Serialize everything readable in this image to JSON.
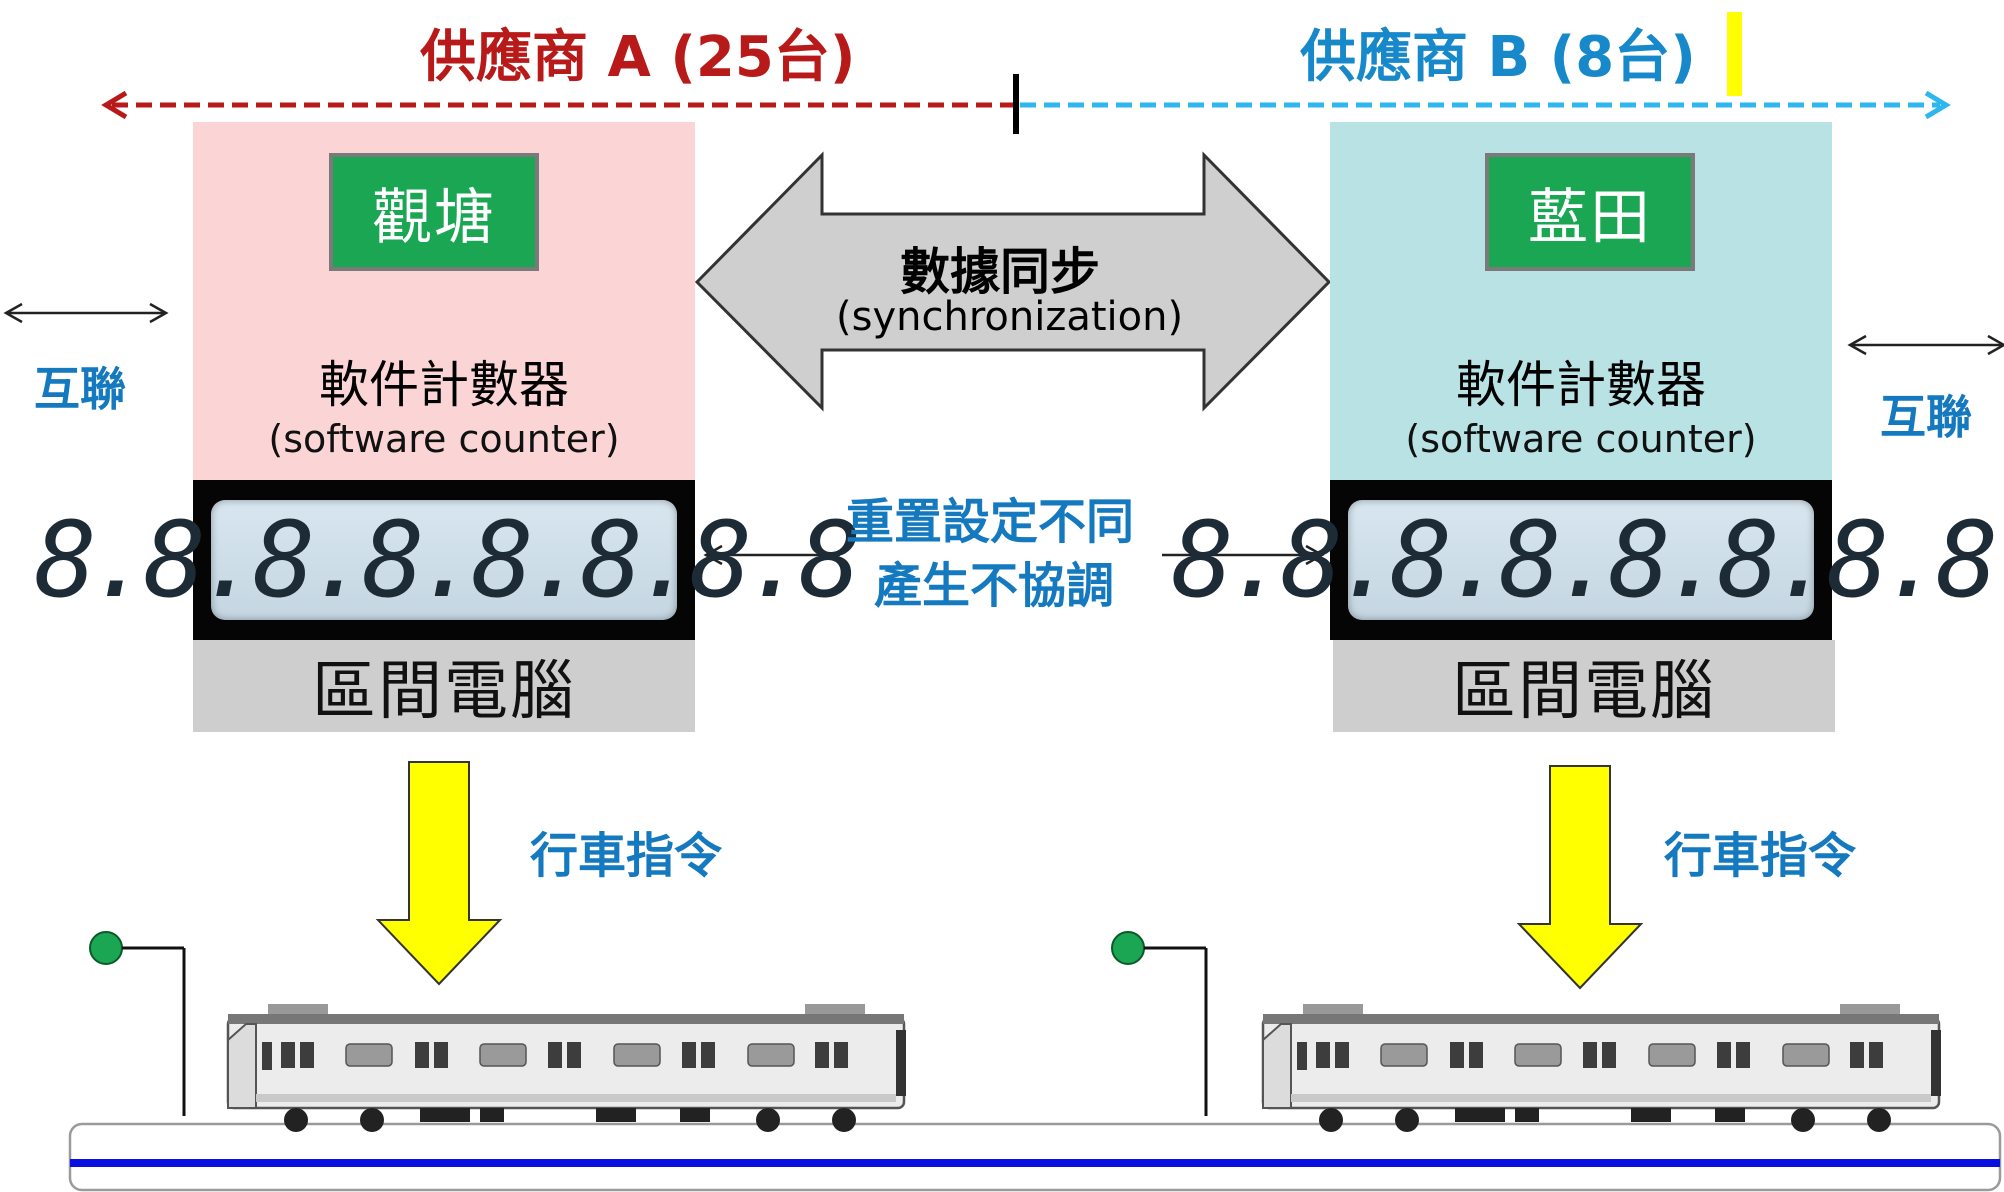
{
  "vendors": {
    "a_label": "供應商 A (25台)",
    "b_label": "供應商 B (8台)",
    "a_color": "#b81a1a",
    "b_color": "#1788c9"
  },
  "stations": {
    "a": {
      "name": "觀塘",
      "counter_zh": "軟件計數器",
      "counter_en": "(software counter)",
      "display": "8.8.8.8.8.8.8.8",
      "computer": "區間電腦"
    },
    "b": {
      "name": "藍田",
      "counter_zh": "軟件計數器",
      "counter_en": "(software counter)",
      "display": "8.8.8.8.8.8.8.8",
      "computer": "區間電腦"
    }
  },
  "sync": {
    "label_zh": "數據同步",
    "label_en": "(synchronization)"
  },
  "reset": {
    "line1": "重置設定不同",
    "line2": "產生不協調"
  },
  "interlink": {
    "left": "互聯",
    "right": "互聯"
  },
  "command": {
    "left": "行車指令",
    "right": "行車指令"
  },
  "colors": {
    "station_green": "#1aa653",
    "panel_pink": "#fbd5d5",
    "panel_cyan": "#b9e2e4",
    "arrow_yellow": "#ffff00",
    "track_blue": "#0a10e0",
    "label_blue": "#1479bf"
  }
}
